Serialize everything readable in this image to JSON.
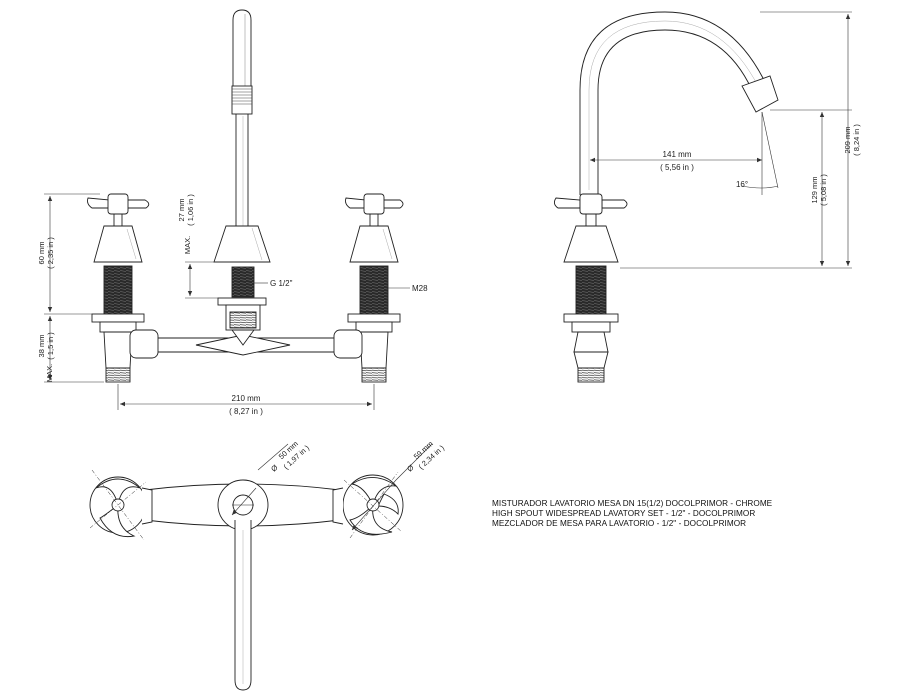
{
  "dimensions": {
    "h60_mm": "60 mm",
    "h60_in": "( 2,35 in )",
    "h38_mm": "38 mm",
    "h38_in": "( 1,5 in )",
    "max_left": "MAX.",
    "h27_mm": "27 mm",
    "h27_in": "( 1,06 in )",
    "max_mid": "MAX.",
    "thread_g": "G 1/2\"",
    "thread_m": "M28",
    "w210_mm": "210 mm",
    "w210_in": "( 8,27 in )",
    "w141_mm": "141 mm",
    "w141_in": "( 5,56 in )",
    "angle": "16°",
    "h129_mm": "129 mm",
    "h129_in": "( 5,08 in )",
    "h209_mm": "209 mm",
    "h209_in": "( 8,24 in )",
    "d50_mm": "50 mm",
    "d50_in": "( 1,97 in )",
    "d59_mm": "59 mm",
    "d59_in": "( 2,34 in )",
    "diameter": "Ø"
  },
  "caption": {
    "line1": "MISTURADOR LAVATORIO MESA DN 15(1/2) DOCOLPRIMOR - CHROME",
    "line2": "HIGH SPOUT WIDESPREAD LAVATORY SET - 1/2\" - DOCOLPRIMOR",
    "line3": "MEZCLADOR DE MESA PARA LAVATORIO - 1/2\" - DOCOLPRIMOR"
  }
}
